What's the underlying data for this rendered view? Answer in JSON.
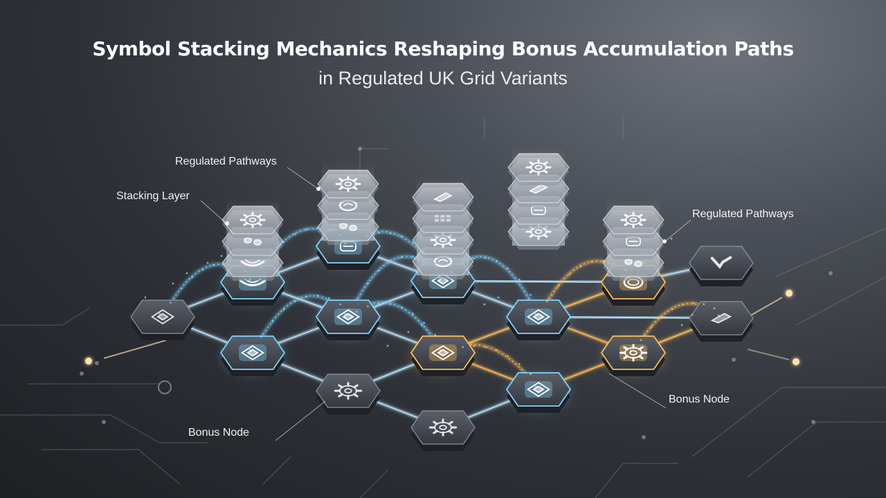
{
  "title": "Symbol Stacking Mechanics Reshaping Bonus Accumulation Paths",
  "subtitle": "in Regulated UK Grid Variants",
  "labels": {
    "regulated_pathways_left": "Regulated Pathways",
    "stacking_layer": "Stacking Layer",
    "regulated_pathways_right": "Regulated Pathways",
    "bonus_node_right": "Bonus Node",
    "bonus_node_left": "Bonus Node"
  },
  "colors": {
    "blue_glow": "#7fd4ff",
    "amber_glow": "#ffbf5a",
    "node_dark": "#3b3f47",
    "line": "#bfe7ff"
  },
  "nodes": [
    {
      "id": "n0",
      "icon": "chip-icon",
      "glow": "none"
    },
    {
      "id": "n1",
      "icon": "chip-icon",
      "glow": "blue"
    },
    {
      "id": "n2",
      "icon": "gear-icon",
      "glow": "none"
    },
    {
      "id": "n3",
      "icon": "gear-icon",
      "glow": "none"
    },
    {
      "id": "n4",
      "icon": "wave-icon",
      "glow": "blue"
    },
    {
      "id": "n5",
      "icon": "chip-icon",
      "glow": "blue"
    },
    {
      "id": "n6",
      "icon": "chip-icon",
      "glow": "amber"
    },
    {
      "id": "n7",
      "icon": "chip-icon",
      "glow": "blue"
    },
    {
      "id": "n8",
      "icon": "card-icon",
      "glow": "blue"
    },
    {
      "id": "n9",
      "icon": "chip-icon",
      "glow": "blue"
    },
    {
      "id": "n10",
      "icon": "chip-icon",
      "glow": "blue"
    },
    {
      "id": "n11",
      "icon": "gear-icon",
      "glow": "amber"
    },
    {
      "id": "n12",
      "icon": "coin-icon",
      "glow": "amber"
    },
    {
      "id": "n13",
      "icon": "plugin-icon",
      "glow": "none"
    },
    {
      "id": "n14",
      "icon": "tag-icon",
      "glow": "none"
    }
  ],
  "stacks": [
    {
      "id": "s1",
      "icons": [
        "wave-icon",
        "shield-icon",
        "gear-icon"
      ]
    },
    {
      "id": "s2",
      "icons": [
        "pills-icon",
        "spiral-icon",
        "gear-icon"
      ]
    },
    {
      "id": "s3",
      "icons": [
        "spiral-icon",
        "gear-icon",
        "grid-icon",
        "tag-icon"
      ]
    },
    {
      "id": "s4",
      "icons": [
        "gear-icon",
        "card-icon",
        "tag-icon",
        "gear-icon"
      ]
    },
    {
      "id": "s5",
      "icons": [
        "pills-icon",
        "card-icon",
        "gear-icon"
      ]
    }
  ]
}
